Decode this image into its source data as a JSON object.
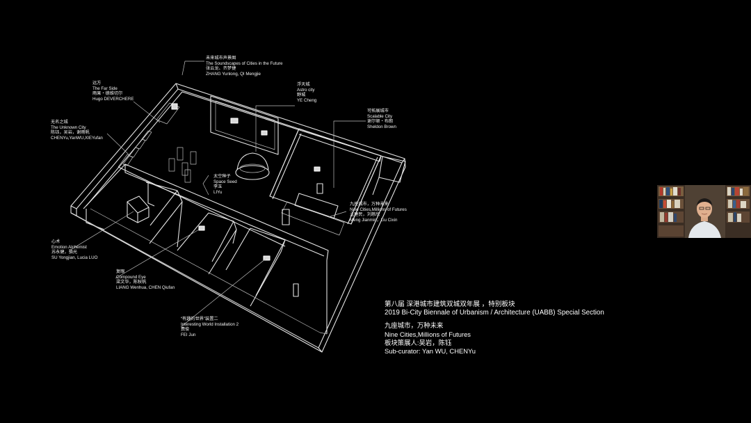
{
  "labels": {
    "soundscapes": [
      "未来城市声景图",
      "The Soundscapes of Cities in the Future",
      "张云龙、齐梦捷",
      "ZHANG Yunlong, QI Mengjie"
    ],
    "far_side": [
      "远方",
      "The Far Side",
      "雨果・德维切尔",
      "Hugo DEVERCHERE"
    ],
    "unknown_city": [
      "无名之城",
      "The Unknown City",
      "陈钰，吴岩，谢雨帆",
      "CHENYu,YanWU,XIEYufan"
    ],
    "astro_city": [
      "浮天城",
      "Astro city",
      "野城",
      "YE Cheng"
    ],
    "scalable_city": [
      "可拓展城市",
      "Scalable City",
      "谢尔顿・布朗",
      "Sheldon Brown"
    ],
    "space_seed": [
      "太空种子",
      "Space Seed",
      "李玉",
      "LIYu"
    ],
    "nine_cities": [
      "九座城市，万种未来",
      "Nine Cities,Millions of Futures",
      "孟建民，刘慈欣",
      "Meng Jianmin，Liu Cixin"
    ],
    "emotion_alchemist": [
      "心术",
      "Emotion Alchemist",
      "苏永健，骆光",
      "SU Yongjian, Lucia LUO"
    ],
    "compound_eye": [
      "复眼",
      "Compound Eye",
      "梁文华，陈秋帆",
      "LIANG Wenhua, CHEN Qiufan"
    ],
    "interesting_world": [
      "“有趣的世界”装置二",
      "Interesting World Installation 2",
      "费俊",
      "FEI Jun"
    ]
  },
  "caption": {
    "title_zh": "第八届 深港城市建筑双城双年展 ，特别板块",
    "title_en": "2019 Bi-City Biennale of Urbanism / Architecture (UABB) Special Section",
    "lines": [
      "九座城市，万种未来",
      "Nine Cities,Millions of Futures",
      "板块策展人:吴岩，陈钰",
      "Sub-curator: Yan WU, CHENYu"
    ]
  },
  "video": {
    "participant": "presenter-webcam"
  },
  "colors": {
    "background": "#000000",
    "line": "#e6e6e6",
    "text": "#ffffff"
  }
}
